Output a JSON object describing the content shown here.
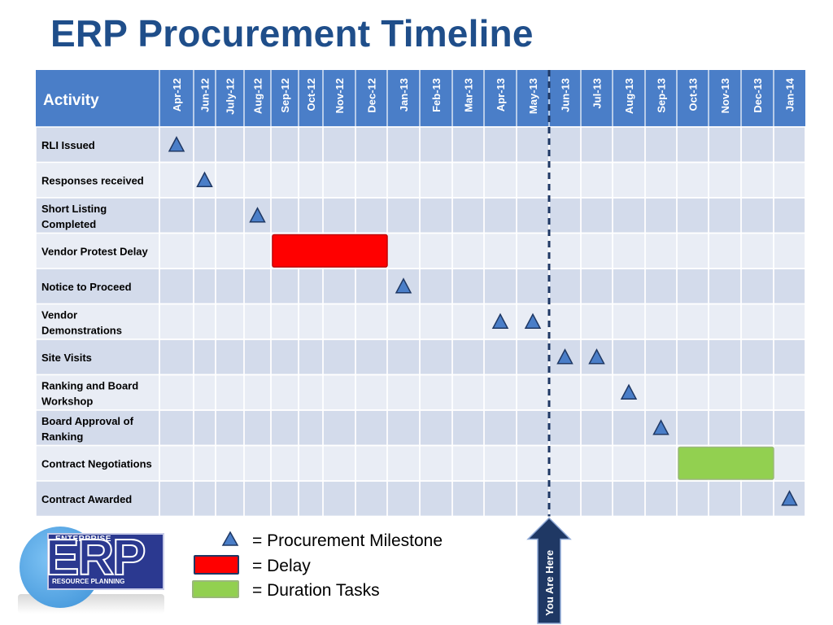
{
  "title": "ERP Procurement Timeline",
  "header_label": "Activity",
  "months": [
    "Apr-12",
    "Jun-12",
    "July-12",
    "Aug-12",
    "Sep-12",
    "Oct-12",
    "Nov-12",
    "Dec-12",
    "Jan-13",
    "Feb-13",
    "Mar-13",
    "Apr-13",
    "May-13",
    "Jun-13",
    "Jul-13",
    "Aug-13",
    "Sep-13",
    "Oct-13",
    "Nov-13",
    "Dec-13",
    "Jan-14"
  ],
  "activities": [
    {
      "lines": [
        "RLI Issued"
      ],
      "milestones": [
        "Apr-12"
      ]
    },
    {
      "lines": [
        "Responses received"
      ],
      "milestones": [
        "Jun-12"
      ]
    },
    {
      "lines": [
        "Short Listing",
        "Completed"
      ],
      "milestones": [
        "Aug-12"
      ]
    },
    {
      "lines": [
        "Vendor Protest Delay"
      ],
      "milestones": [],
      "bar": {
        "kind": "delay",
        "from": "Sep-12",
        "to": "Dec-12"
      }
    },
    {
      "lines": [
        "Notice to Proceed"
      ],
      "milestones": [
        "Jan-13"
      ]
    },
    {
      "lines": [
        "Vendor",
        "Demonstrations"
      ],
      "milestones": [
        "Apr-13",
        "May-13"
      ]
    },
    {
      "lines": [
        "Site Visits"
      ],
      "milestones": [
        "Jun-13",
        "Jul-13"
      ]
    },
    {
      "lines": [
        "Ranking and Board",
        "Workshop"
      ],
      "milestones": [
        "Aug-13"
      ]
    },
    {
      "lines": [
        "Board Approval of",
        "Ranking"
      ],
      "milestones": [
        "Sep-13"
      ]
    },
    {
      "lines": [
        "Contract Negotiations"
      ],
      "milestones": [],
      "bar": {
        "kind": "duration",
        "from": "Oct-13",
        "to": "Dec-13"
      }
    },
    {
      "lines": [
        "Contract Awarded"
      ],
      "milestones": [
        "Jan-14"
      ]
    }
  ],
  "current_marker": {
    "after": "May-13",
    "label": "You Are Here"
  },
  "legend": {
    "milestone": "= Procurement Milestone",
    "delay": "= Delay",
    "duration": "= Duration Tasks"
  },
  "logo": {
    "top": "ENTERPRISE",
    "big": "ERP",
    "bottom": "RESOURCE PLANNING"
  },
  "colors": {
    "title": "#1f4e8a",
    "header": "#4a7ec8",
    "row_dark": "#d3dbeb",
    "row_light": "#e9edf5",
    "milestone": "#4a7ec8",
    "delay": "#ff0000",
    "duration": "#92d050",
    "marker": "#1f3864"
  }
}
